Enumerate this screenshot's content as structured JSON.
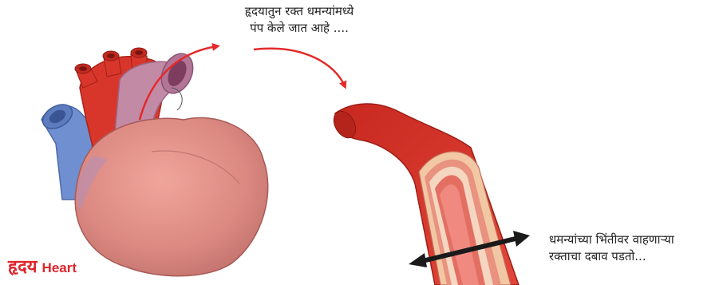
{
  "captions": {
    "top_line1": "हृदयातुन रक्त धमन्यांमध्ये",
    "top_line2": "पंप केले जात आहे ....",
    "right_line1": "धमन्यांच्या भिंतीवर वाहणाऱ्या",
    "right_line2": "रक्ताचा दबाव पडतो..."
  },
  "heart_label": {
    "marathi": "हृदय",
    "english": "Heart"
  },
  "colors": {
    "heart_body": "#dc8a82",
    "aorta_red": "#d9362b",
    "vena_blue": "#6f8fd0",
    "pulmonary_mauve": "#c38aa6",
    "arrow_red": "#e42a2a",
    "pressure_arrow": "#1a1a1a",
    "label_red": "#e0242b"
  }
}
